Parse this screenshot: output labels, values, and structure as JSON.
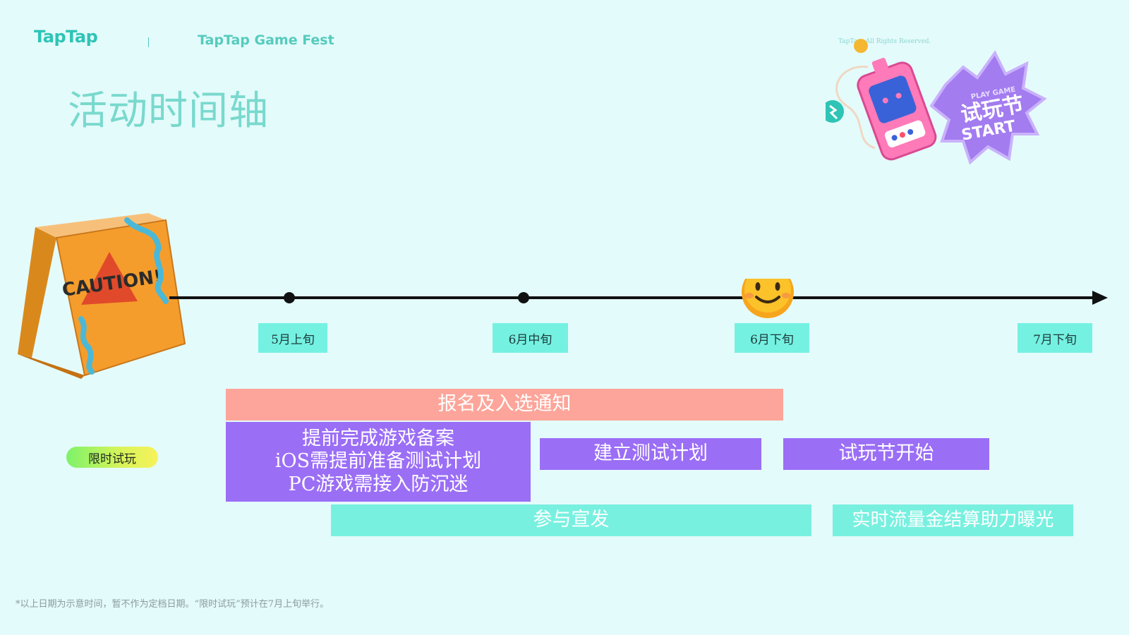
{
  "header": {
    "brand": "TapTap",
    "separator": "|",
    "event_name": "TapTap Game Fest"
  },
  "title": "活动时间轴",
  "illustration": {
    "copyright": "TapTap. All Rights Reserved.",
    "badge_top": "PLAY GAME",
    "badge_main": "试玩节",
    "badge_bottom": "START"
  },
  "caution_sign": {
    "text": "CAUTION!"
  },
  "timeline": {
    "labels": [
      "5月上旬",
      "6月中旬",
      "6月下旬",
      "7月下旬"
    ]
  },
  "tasks": {
    "signup": "报名及入选通知",
    "prepare": "提前完成游戏备案\niOS需提前准备测试计划\nPC游戏需接入防沉迷",
    "testplan": "建立测试计划",
    "fest_start": "试玩节开始",
    "promo": "参与宣发",
    "realtime": "实时流量金结算助力曝光"
  },
  "limited_trial": "限时试玩",
  "footnote": "*以上日期为示意时间，暂不作为定档日期。“限时试玩”预计在7月上旬举行。",
  "colors": {
    "background": "#e4fbfb",
    "brand_teal": "#2ec4b6",
    "salmon": "#fda59a",
    "purple": "#9b6ef6",
    "aqua": "#78f0e0",
    "label_aqua": "#75f1e2"
  }
}
